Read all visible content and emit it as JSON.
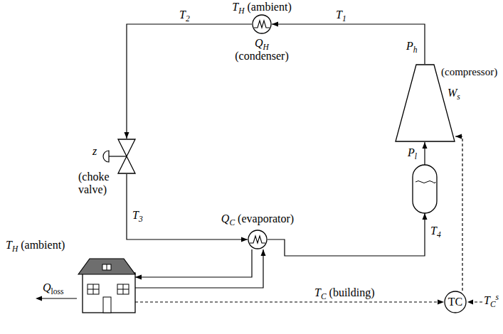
{
  "diagram": {
    "nodes": [
      {
        "text": [
          "TH (ambient)",
          "QH (condenser)"
        ]
      },
      {
        "text": [
          "(compressor)",
          "Ws"
        ]
      },
      {
        "text": [
          "z",
          "(choke valve)"
        ]
      },
      {
        "text": [
          "QC (evaporator)"
        ]
      },
      {
        "text": [
          "TH (ambient)"
        ]
      },
      {
        "text": [
          "TC"
        ]
      }
    ],
    "edges": [
      {
        "from": 0,
        "to": 2,
        "arrow": "to",
        "label": "T2"
      },
      {
        "from": 2,
        "to": 3,
        "arrow": "to",
        "label": "T3"
      },
      {
        "from": 3,
        "to": 1,
        "arrow": "to",
        "label": "T4"
      },
      {
        "from": 1,
        "to": 0,
        "arrow": "to",
        "label": "T1"
      },
      {
        "from": 4,
        "to": 3,
        "arrow": "to"
      },
      {
        "from": 3,
        "to": 4,
        "arrow": "to"
      },
      {
        "from": 4,
        "to": 5,
        "arrow": "to",
        "label": "TC (building)"
      },
      {
        "from": 5,
        "to": 1,
        "arrow": "to"
      }
    ],
    "labels": [
      "Ph",
      "Pl",
      "Qloss",
      "TCs"
    ]
  }
}
